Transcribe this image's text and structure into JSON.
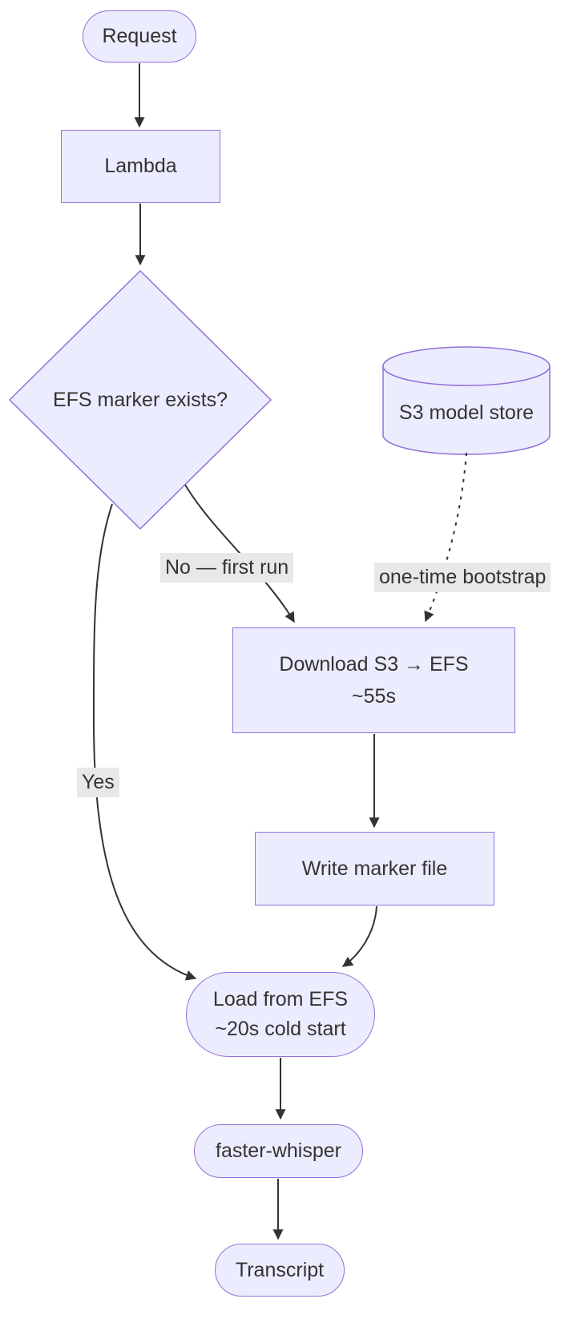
{
  "colors": {
    "background": "#ffffff",
    "node_fill": "#ECECFF",
    "node_border": "#9370DB",
    "text": "#333333",
    "edge": "#333333",
    "label_bg": "#e8e8e8"
  },
  "nodes": {
    "request": {
      "label": "Request"
    },
    "lambda": {
      "label": "Lambda"
    },
    "decision": {
      "label": "EFS marker exists?"
    },
    "s3_store": {
      "label": "S3 model store"
    },
    "download": {
      "line1": "Download S3 → EFS",
      "line2": "~55s"
    },
    "write_marker": {
      "label": "Write marker file"
    },
    "load_efs": {
      "line1": "Load from EFS",
      "line2": "~20s cold start"
    },
    "faster_whisper": {
      "label": "faster-whisper"
    },
    "transcript": {
      "label": "Transcript"
    }
  },
  "edge_labels": {
    "no_first_run": "No — first run",
    "one_time_bootstrap": "one-time bootstrap",
    "yes": "Yes"
  }
}
